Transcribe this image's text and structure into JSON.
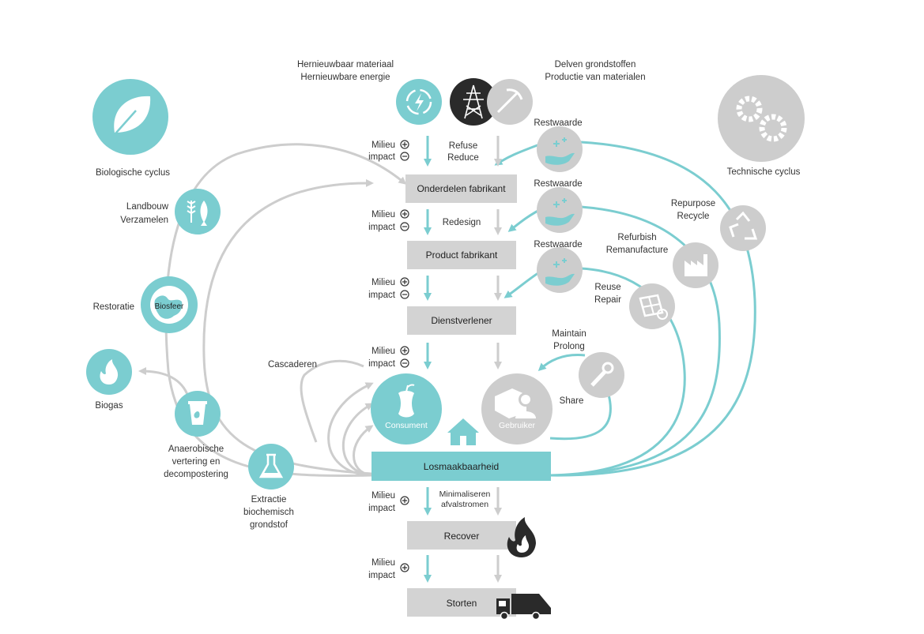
{
  "colors": {
    "teal": "#7bcdd0",
    "grey": "#cdcdcd",
    "dark": "#2a2a2a",
    "box": "#d3d3d3"
  },
  "labels": {
    "hernieuwbaar_1": "Hernieuwbaar materiaal",
    "hernieuwbaar_2": "Hernieuwbare energie",
    "delven_1": "Delven grondstoffen",
    "delven_2": "Productie van materialen",
    "biologische_cyclus": "Biologische cyclus",
    "technische_cyclus": "Technische cyclus",
    "landbouw_1": "Landbouw",
    "landbouw_2": "Verzamelen",
    "restoratie": "Restoratie",
    "biosfeer": "Biosfeer",
    "biogas": "Biogas",
    "anaerobische_1": "Anaerobische",
    "anaerobische_2": "vertering en",
    "anaerobische_3": "decompostering",
    "extractie_1": "Extractie",
    "extractie_2": "biochemisch",
    "extractie_3": "grondstof",
    "milieu": "Milieu",
    "impact": "impact",
    "refuse": "Refuse",
    "reduce": "Reduce",
    "redesign": "Redesign",
    "restwaarde": "Restwaarde",
    "repurpose": "Repurpose",
    "recycle": "Recycle",
    "refurbish": "Refurbish",
    "remanufacture": "Remanufacture",
    "reuse": "Reuse",
    "repair": "Repair",
    "maintain": "Maintain",
    "prolong": "Prolong",
    "share": "Share",
    "cascaderen": "Cascaderen",
    "consument": "Consument",
    "gebruiker": "Gebruiker",
    "minimaliseren_1": "Minimaliseren",
    "minimaliseren_2": "afvalstromen"
  },
  "boxes": {
    "onderdelen": "Onderdelen fabrikant",
    "product": "Product fabrikant",
    "dienst": "Dienstverlener",
    "losmaak": "Losmaakbaarheid",
    "recover": "Recover",
    "storten": "Storten"
  },
  "icons": {
    "leaf": "leaf-icon",
    "gears": "gears-icon",
    "renewable": "renewable-energy-icon",
    "pylon": "power-pylon-icon",
    "pickaxe": "pickaxe-icon",
    "hand": "hand-sparkle-icon",
    "recycle": "recycle-icon",
    "factory": "factory-icon",
    "panel": "solar-panel-icon",
    "wrench": "wrench-icon",
    "wheat_fish": "wheat-fish-icon",
    "globe": "globe-icon",
    "flame": "flame-icon",
    "bin": "compost-bin-icon",
    "flask": "flask-icon",
    "apple": "apple-core-icon",
    "user": "user-icon",
    "house": "house-icon",
    "truck": "garbage-truck-icon"
  }
}
